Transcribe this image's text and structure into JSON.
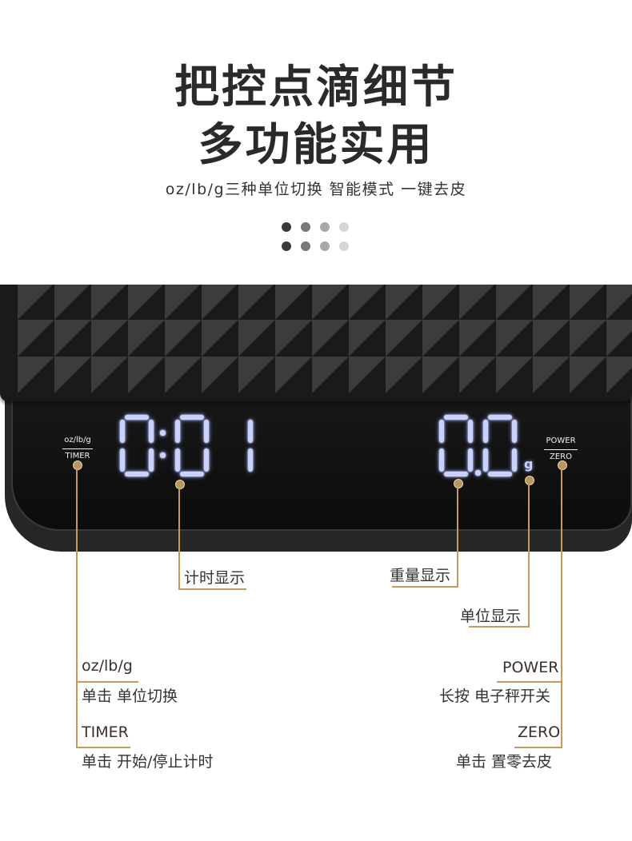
{
  "heading": {
    "line1": "把控点滴细节",
    "line2": "多功能实用",
    "subtitle": "oz/lb/g三种单位切换  智能模式  一键去皮"
  },
  "pagination": {
    "dot_colors": [
      "#3a3a3a",
      "#777777",
      "#a8a8a8",
      "#d6d6d6"
    ]
  },
  "scale": {
    "left_button": {
      "top": "oz/lb/g",
      "bottom": "TIMER"
    },
    "right_button": {
      "top": "POWER",
      "bottom": "ZERO"
    },
    "timer_display": "0:01",
    "weight_display": "0.0",
    "unit_display": "g"
  },
  "callouts": {
    "timer_display": "计时显示",
    "weight_display": "重量显示",
    "unit_display": "单位显示",
    "oz_lb_g": {
      "title": "oz/lb/g",
      "desc": "单击 单位切换"
    },
    "timer": {
      "title": "TIMER",
      "desc": "单击 开始/停止计时"
    },
    "power": {
      "title": "POWER",
      "desc": "长按 电子秤开关"
    },
    "zero": {
      "title": "ZERO",
      "desc": "单击 置零去皮"
    }
  },
  "colors": {
    "accent": "#c49a60",
    "led": "#c9d2ff"
  }
}
